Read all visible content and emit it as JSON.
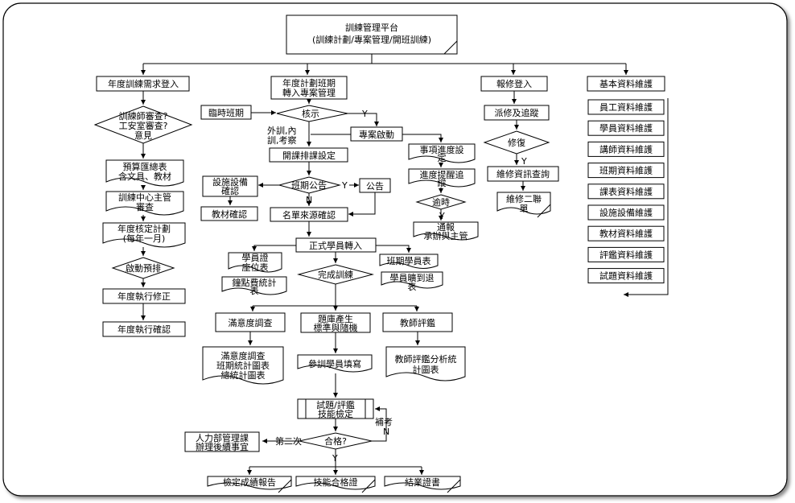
{
  "top": {
    "title": "訓練管理平台",
    "subtitle": "(訓練計劃/專案管理/開班訓練)"
  },
  "annual": {
    "demand": "年度訓練需求登入",
    "review_l1": "訓練師審查?",
    "review_l2": "工安室審查?",
    "review_l3": "意見",
    "budget_l1": "預算匯總表",
    "budget_l2": "含文具、教材",
    "center_l1": "訓練中心主管",
    "center_l2": "審查",
    "plan_l1": "年度核定計劃",
    "plan_l2": "(每年一月)",
    "start": "啟動預排",
    "modify": "年度執行修正",
    "confirm": "年度執行確認"
  },
  "project": {
    "title_l1": "年度計劃班期",
    "title_l2": "轉入專案管理",
    "temp": "臨時班期",
    "approve": "核示",
    "yes": "Y",
    "no": "N",
    "external_l1": "外訓,內",
    "external_l2": "訓,考察",
    "launch": "專案啟動",
    "schedule": "開課排課設定",
    "progress_l1": "事項進度設",
    "progress_l2": "定",
    "remind_l1": "進度提醒追",
    "remind_l2": "縱",
    "overdue": "逾時",
    "notify_l1": "通報",
    "notify_l2": "承辦與主管",
    "facility_l1": "設施設備",
    "facility_l2": "確認",
    "material": "教材確認",
    "announce": "班期公告",
    "announcement": "公告",
    "source": "名單來源確認"
  },
  "training": {
    "formal": "正式學員轉入",
    "cert_l1": "學員證",
    "cert_l2": "座位表",
    "clock_l1": "鐘點費統計",
    "clock_l2": "表",
    "roster": "班期學員表",
    "complete": "完成訓練",
    "absence_l1": "學員曠到退",
    "absence_l2": "表",
    "satisfaction": "滿意度調查",
    "question_l1": "題庫產生",
    "question_l2": "標準與隨機",
    "teacher_eval": "教師評鑑",
    "sat_stats_l1": "滿意度調查",
    "sat_stats_l2": "班期統計圖表",
    "sat_stats_l3": "總統計圖表",
    "fill_in": "參訓學員填寫",
    "teacher_stats_l1": "教師評鑑分析統",
    "teacher_stats_l2": "計圖表",
    "exam_l1": "試題/評鑑",
    "exam_l2": "技能檢定",
    "retest": "補考",
    "pass": "合格?",
    "second": "第二次",
    "hr_l1": "人力部管理課",
    "hr_l2": "辦理後續事宜",
    "report": "檢定成績報告",
    "skill_cert": "技能合格證",
    "completion": "結業證書"
  },
  "maintenance": {
    "login": "報修登入",
    "dispatch": "派修及追蹤",
    "repair": "修復",
    "query": "維修資訊查詢",
    "slip_l1": "維修二聯",
    "slip_l2": "單"
  },
  "basic": {
    "title": "基本資料維護",
    "items": [
      "員工資料維護",
      "學員資料維護",
      "講師資料維護",
      "班期資料維護",
      "課表資料維護",
      "設施設備維護",
      "教材資料維護",
      "評鑑資料維護",
      "試題資料維護"
    ]
  }
}
